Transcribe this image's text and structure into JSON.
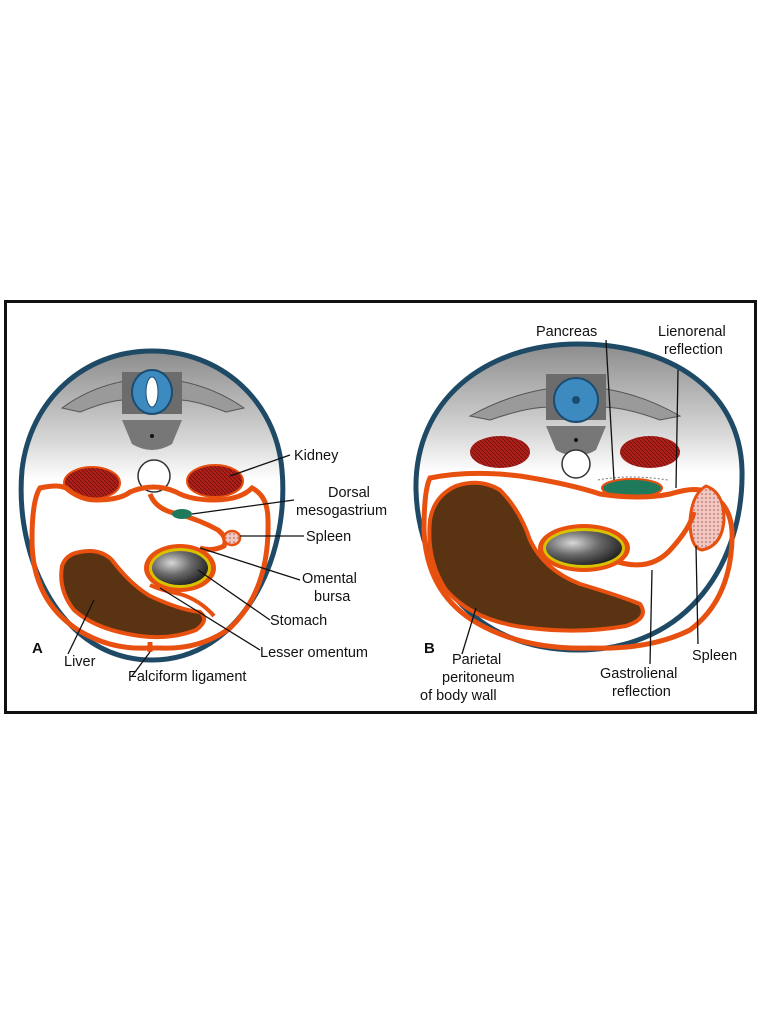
{
  "figure": {
    "panel_a": {
      "letter": "A",
      "labels": {
        "kidney": "Kidney",
        "dorsal_mesogastrium_1": "Dorsal",
        "dorsal_mesogastrium_2": "mesogastrium",
        "spleen": "Spleen",
        "omental_bursa_1": "Omental",
        "omental_bursa_2": "bursa",
        "stomach": "Stomach",
        "lesser_omentum": "Lesser omentum",
        "liver": "Liver",
        "falciform_ligament": "Falciform ligament"
      }
    },
    "panel_b": {
      "letter": "B",
      "labels": {
        "pancreas": "Pancreas",
        "lienorenal_1": "Lienorenal",
        "lienorenal_2": "reflection",
        "parietal_1": "Parietal",
        "parietal_2": "peritoneum",
        "parietal_3": "of body wall",
        "gastrolienal_1": "Gastrolienal",
        "gastrolienal_2": "reflection",
        "spleen": "Spleen"
      }
    },
    "colors": {
      "body_wall": "#1f4a66",
      "peritoneum": "#e8500f",
      "kidney": "#b0201a",
      "liver": "#5a3412",
      "vertebra_canal": "#3c8ac0",
      "bone": "#8a8a8a",
      "pancreas": "#1f7a5c",
      "spleen": "#e8b4b0"
    }
  }
}
